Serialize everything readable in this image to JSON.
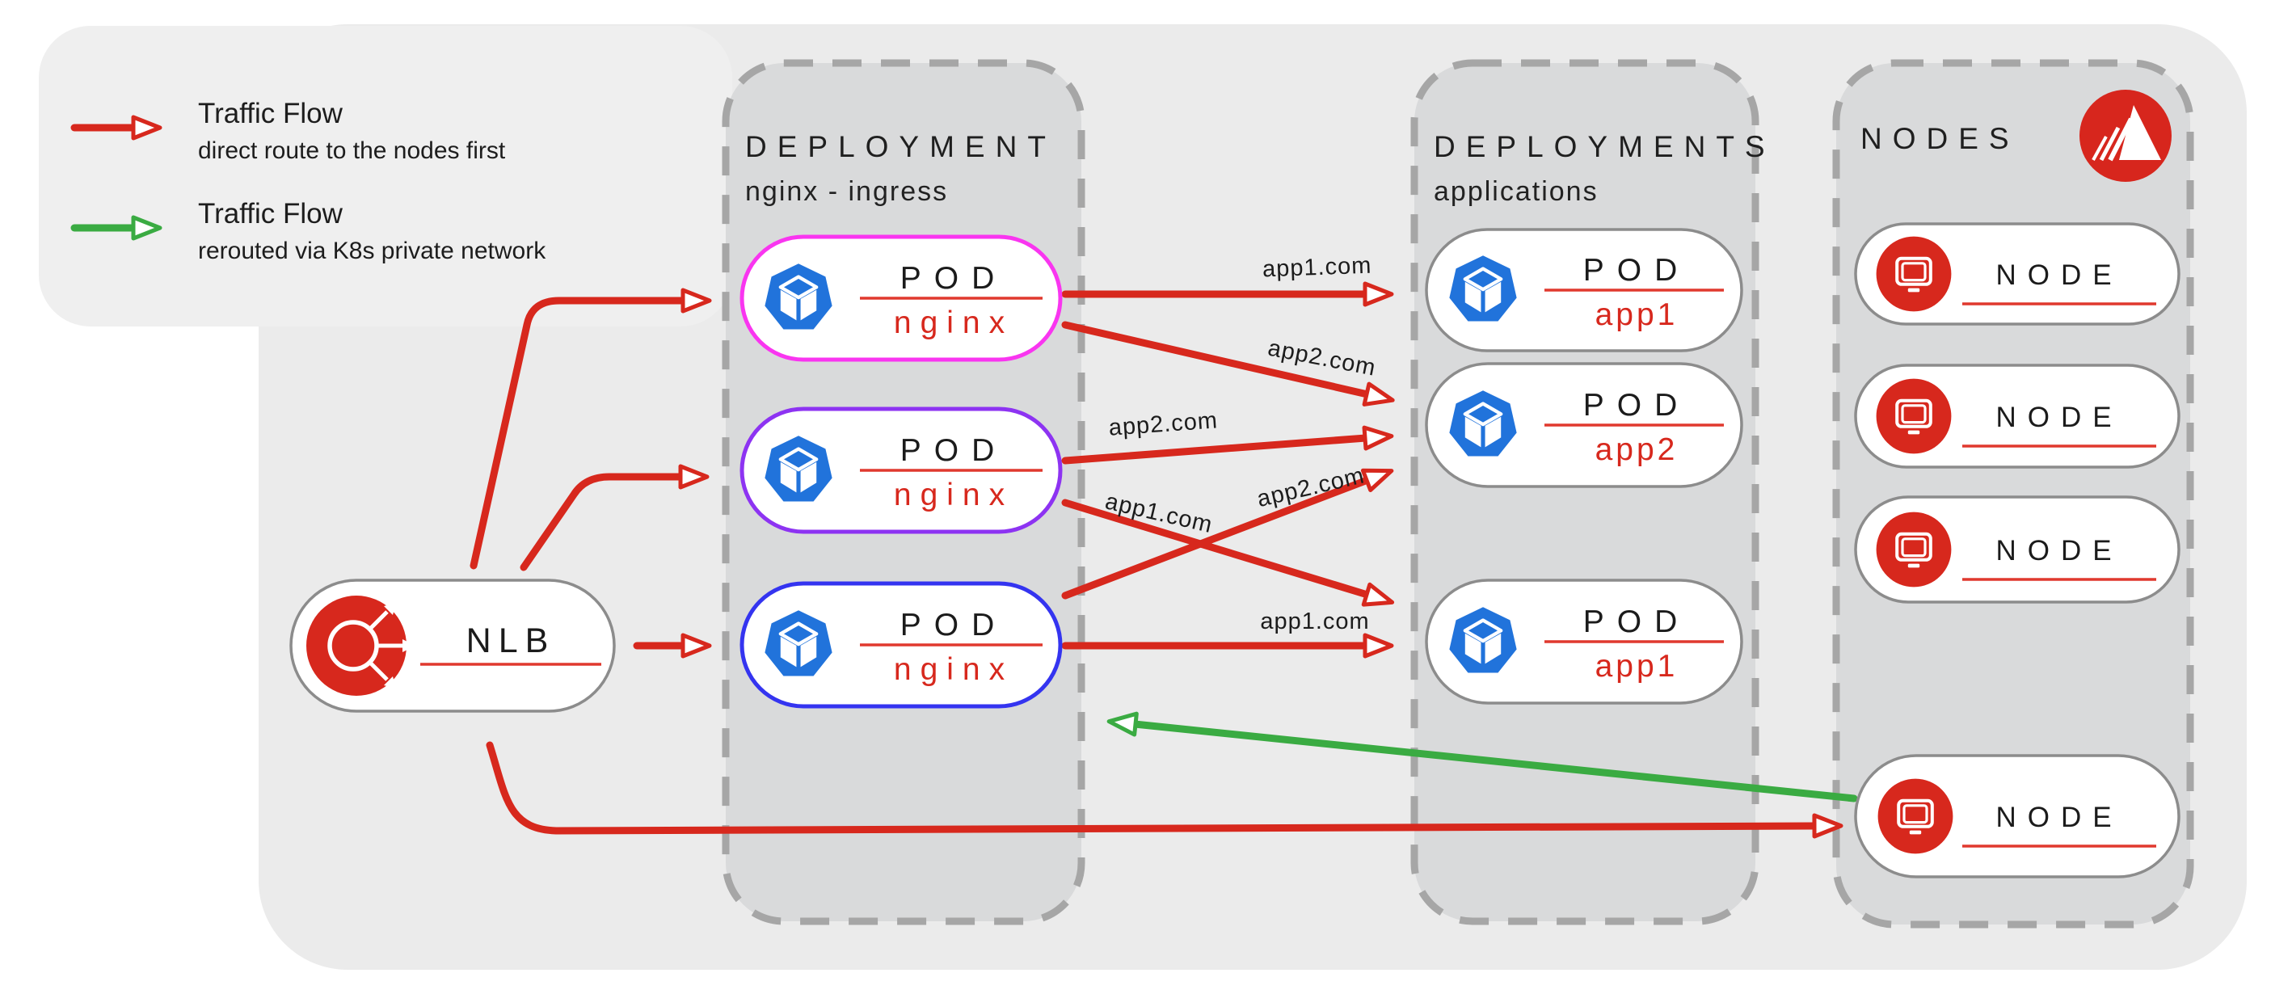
{
  "legend": {
    "items": [
      {
        "title": "Traffic Flow",
        "description": "direct route to the nodes first",
        "color": "#d7281d"
      },
      {
        "title": "Traffic Flow",
        "description": "rerouted via K8s private network",
        "color": "#3aab42"
      }
    ]
  },
  "nlb": {
    "label": "NLB"
  },
  "columns": {
    "ingress": {
      "title": "DEPLOYMENT",
      "subtitle": "nginx - ingress",
      "pods": [
        {
          "title": "POD",
          "name": "nginx",
          "border_color": "#f935f0"
        },
        {
          "title": "POD",
          "name": "nginx",
          "border_color": "#8d33f2"
        },
        {
          "title": "POD",
          "name": "nginx",
          "border_color": "#3434f0"
        }
      ]
    },
    "applications": {
      "title": "DEPLOYMENTS",
      "subtitle": "applications",
      "pods": [
        {
          "title": "POD",
          "name": "app1"
        },
        {
          "title": "POD",
          "name": "app2"
        },
        {
          "title": "POD",
          "name": "app1"
        }
      ]
    },
    "nodes": {
      "title": "NODES",
      "items": [
        {
          "label": "NODE"
        },
        {
          "label": "NODE"
        },
        {
          "label": "NODE"
        },
        {
          "label": "NODE"
        }
      ]
    }
  },
  "flow_labels": [
    {
      "text": "app1.com",
      "color": "#fb40f1"
    },
    {
      "text": "app2.com",
      "color": "#fb40f1"
    },
    {
      "text": "app2.com",
      "color": "#9a45f2"
    },
    {
      "text": "app1.com",
      "color": "#9a45f2"
    },
    {
      "text": "app2.com",
      "color": "#4343ea"
    },
    {
      "text": "app1.com",
      "color": "#4343ea"
    }
  ],
  "colors": {
    "primary_red": "#d7281d",
    "reroute_green": "#3aab42",
    "pod_icon_blue": "#2173db",
    "column_fill": "#d9dadb",
    "container_fill": "#ebebeb"
  }
}
